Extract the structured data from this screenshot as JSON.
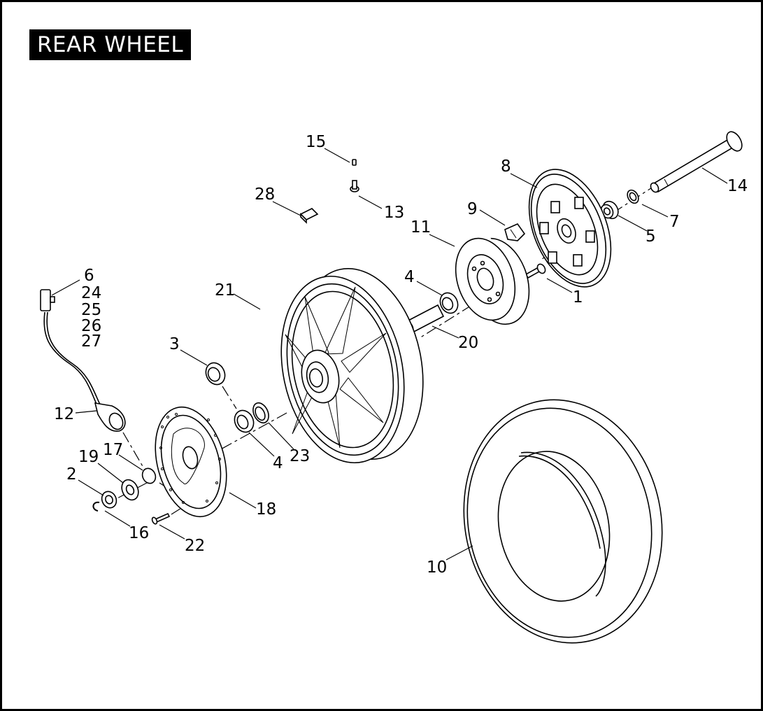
{
  "title": "REAR WHEEL",
  "callouts": [
    {
      "id": "c1",
      "label": "1"
    },
    {
      "id": "c2",
      "label": "2"
    },
    {
      "id": "c3",
      "label": "3"
    },
    {
      "id": "c4a",
      "label": "4"
    },
    {
      "id": "c4b",
      "label": "4"
    },
    {
      "id": "c5",
      "label": "5"
    },
    {
      "id": "c6",
      "label": "6"
    },
    {
      "id": "c24",
      "label": "24"
    },
    {
      "id": "c25",
      "label": "25"
    },
    {
      "id": "c26",
      "label": "26"
    },
    {
      "id": "c27",
      "label": "27"
    },
    {
      "id": "c7",
      "label": "7"
    },
    {
      "id": "c8",
      "label": "8"
    },
    {
      "id": "c9",
      "label": "9"
    },
    {
      "id": "c10",
      "label": "10"
    },
    {
      "id": "c11",
      "label": "11"
    },
    {
      "id": "c12",
      "label": "12"
    },
    {
      "id": "c13",
      "label": "13"
    },
    {
      "id": "c14",
      "label": "14"
    },
    {
      "id": "c15",
      "label": "15"
    },
    {
      "id": "c16",
      "label": "16"
    },
    {
      "id": "c17",
      "label": "17"
    },
    {
      "id": "c18",
      "label": "18"
    },
    {
      "id": "c19",
      "label": "19"
    },
    {
      "id": "c20",
      "label": "20"
    },
    {
      "id": "c21",
      "label": "21"
    },
    {
      "id": "c22",
      "label": "22"
    },
    {
      "id": "c23",
      "label": "23"
    },
    {
      "id": "c28",
      "label": "28"
    }
  ]
}
